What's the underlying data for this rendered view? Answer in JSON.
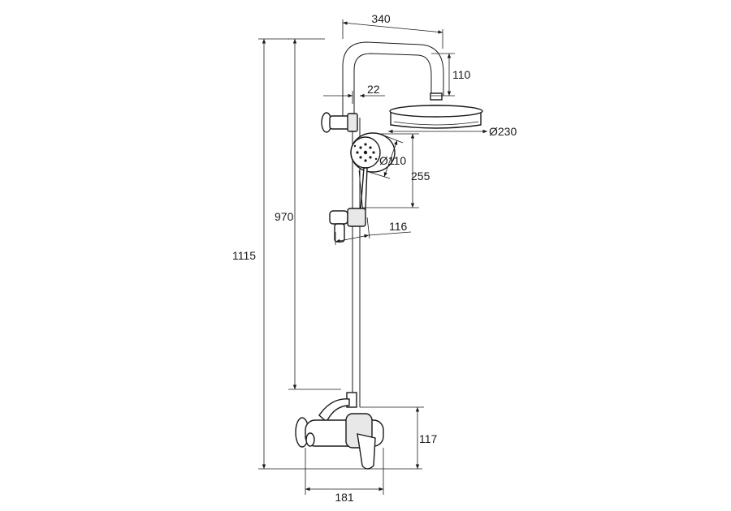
{
  "drawing": {
    "colors": {
      "line": "#1a1a1a",
      "background": "#ffffff"
    },
    "dimensions": {
      "arm_reach": "340",
      "head_drop": "110",
      "rail_offset": "22",
      "head_diameter": "Ø230",
      "hand_diameter": "Ø110",
      "hand_spacing": "255",
      "holder_reach": "116",
      "rail_height": "970",
      "total_height": "1115",
      "valve_height": "117",
      "valve_width": "181"
    }
  }
}
